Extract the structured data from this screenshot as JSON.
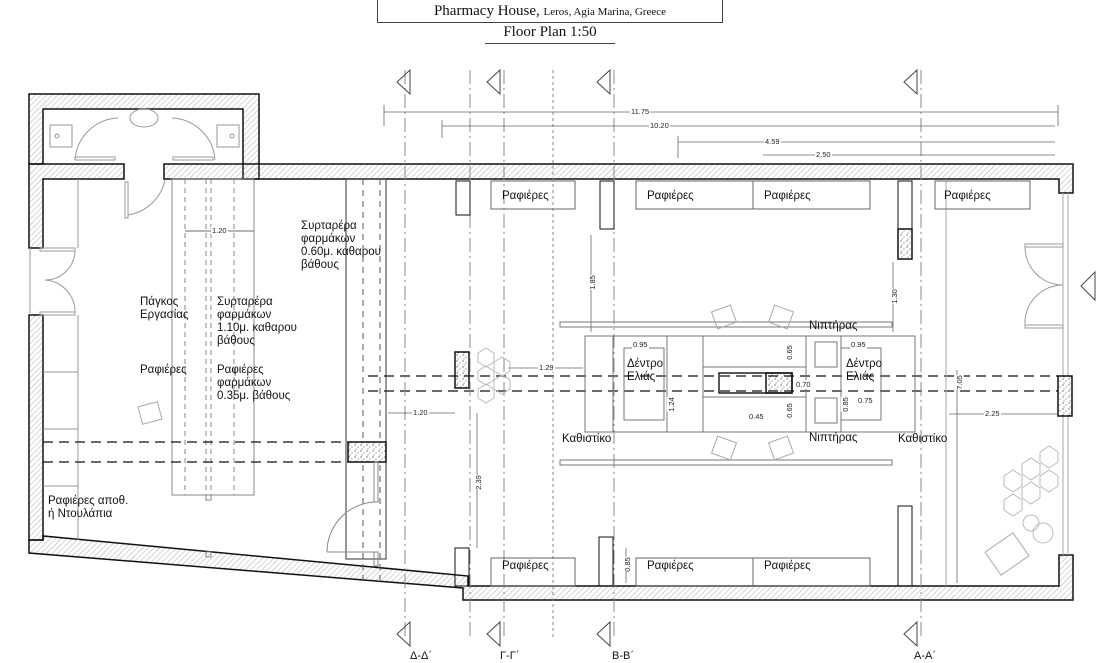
{
  "title": {
    "main": "Pharmacy House,",
    "location": "Leros, Agia Marina, Greece",
    "subtitle": "Floor Plan 1:50"
  },
  "rooms": {
    "drug_drawers_060": "Συρταρέρα\nφαρμάκων\n0.60μ. καθαρου\nβάθους",
    "work_counter": "Πάγκος\nΕργασίας",
    "drug_drawers_110": "Συρταρέρα\nφαρμάκων\n1.10μ. καθαρου\nβάθους",
    "shelves_left": "Ραφιέρες",
    "drug_shelves_035": "Ραφιέρες\nφαρμάκων\n0.35μ. βάθους",
    "storage": "Ραφιέρες αποθ.\nή Ντουλάπια",
    "shelves_top": [
      "Ραφιέρες",
      "Ραφιέρες",
      "Ραφιέρες",
      "Ραφιέρες"
    ],
    "shelves_bottom": [
      "Ραφιέρες",
      "Ραφιέρες",
      "Ραφιέρες"
    ],
    "olive_tree_left": "Δέντρο\nΕλιάς",
    "olive_tree_right": "Δέντρο\nΕλιάς",
    "sink_top": "Νιπτήρας",
    "sink_bottom": "Νιπτήρας",
    "seating_left": "Καθιστίκο",
    "seating_right": "Καθιστίκο"
  },
  "dimensions": {
    "d_11_75": "11.75",
    "d_10_20": "10.20",
    "d_4_59": "4.59",
    "d_2_50": "2.50",
    "d_1_20_top": "1.20",
    "d_1_85": "1.85",
    "d_1_30": "1.30",
    "d_1_29": "1.29",
    "d_1_20_mid": "1.20",
    "d_0_95_l": "0.95",
    "d_0_95_r": "0.95",
    "d_1_24": "1.24",
    "d_0_65_a": "0.65",
    "d_0_65_b": "0.65",
    "d_0_45": "0.45",
    "d_0_70": "0.70",
    "d_0_85_r": "0.85",
    "d_0_75": "0.75",
    "d_7_05": "7.05",
    "d_2_25": "2.25",
    "d_2_39": "2.39",
    "d_0_85_b": "0.85"
  },
  "sections": [
    "Δ-Δ΄",
    "Γ-Γ΄",
    "Β-Β΄",
    "Α-Α΄"
  ],
  "colors": {
    "line": "#111111",
    "hatch": "#888888",
    "thin": "#999999"
  }
}
